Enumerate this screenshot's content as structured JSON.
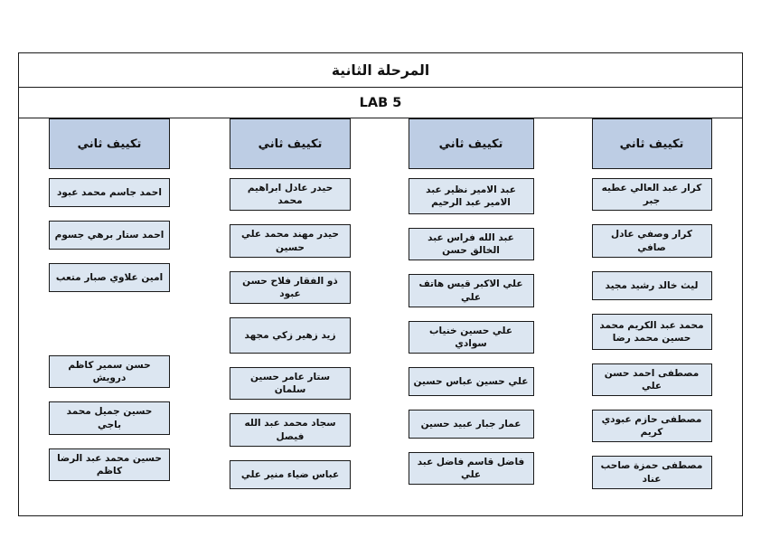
{
  "document": {
    "title": "المرحلة الثانية",
    "subtitle": "LAB 5",
    "colors": {
      "header_fill": "#bdcde4",
      "cell_fill": "#dce6f1",
      "border": "#1a1a1a",
      "page_background": "#ffffff",
      "text": "#111111"
    }
  },
  "table": {
    "column_header_label": "تكييف ثاني",
    "columns": [
      {
        "index": 0,
        "header": "تكييف ثاني",
        "cells": [
          "كرار عبد العالي عطيه جبر",
          "كرار وصفي عادل صافي",
          "ليث خالد رشيد مجيد",
          "محمد عبد الكريم محمد حسين محمد رضا",
          "مصطفى احمد حسن علي",
          "مصطفى حازم عبودي كريم",
          "مصطفى حمزة صاحب عناد"
        ]
      },
      {
        "index": 1,
        "header": "تكييف ثاني",
        "cells": [
          "عبد الامير نظير عبد الامير عبد الرحيم",
          "عبد الله فراس عبد الخالق حسن",
          "علي الاكبر قيس هاتف علي",
          "علي حسين خنياب سوادي",
          "علي حسين عباس حسين",
          "عمار جبار عبيد حسين",
          "فاضل قاسم فاضل عبد علي"
        ]
      },
      {
        "index": 2,
        "header": "تكييف ثاني",
        "cells": [
          "حيدر عادل ابراهيم محمد",
          "حيدر مهند محمد علي حسين",
          "ذو الفقار فلاح حسن عبود",
          "زيد زهير زكي مجهد",
          "ستار عامر حسين سلمان",
          "سجاد محمد عبد الله فيصل",
          "عباس ضياء منير علي"
        ]
      },
      {
        "index": 3,
        "header": "تكييف ثاني",
        "cells": [
          "احمد جاسم محمد عبود",
          "احمد ستار برهي جسوم",
          "امين علاوي صبار متعب",
          "",
          "حسن سمير كاظم درويش",
          "حسين جميل محمد باجي",
          "حسين محمد عبد الرضا كاظم"
        ]
      }
    ]
  }
}
